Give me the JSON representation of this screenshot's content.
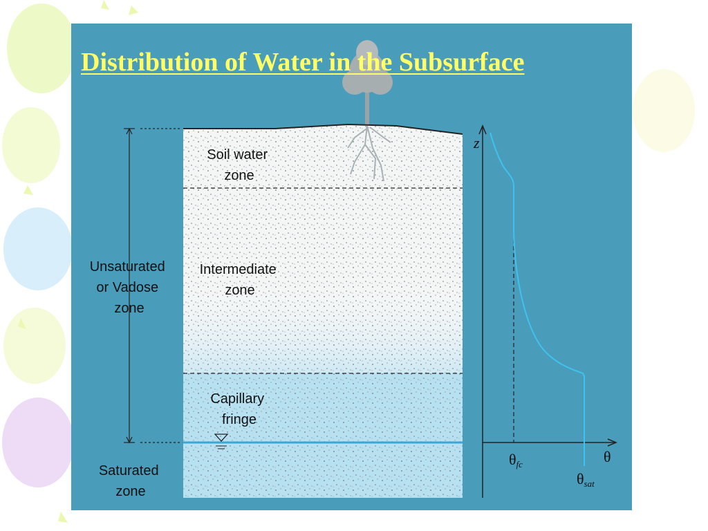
{
  "slide": {
    "title": "Distribution of Water in the Subsurface"
  },
  "diagram": {
    "zones": {
      "soil_water": [
        "Soil water",
        "zone"
      ],
      "intermediate": [
        "Intermediate",
        "zone"
      ],
      "capillary": [
        "Capillary",
        "fringe"
      ]
    },
    "left_labels": {
      "unsaturated": [
        "Unsaturated",
        "or Vadose",
        "zone"
      ],
      "saturated": [
        "Saturated",
        "zone"
      ]
    },
    "graph": {
      "y_axis_label": "z",
      "x_axis_label": "θ",
      "theta_fc": {
        "symbol": "θ",
        "subscript": "fc"
      },
      "theta_sat": {
        "symbol": "θ",
        "subscript": "sat"
      }
    }
  },
  "colors": {
    "panel": "#4a9cbb",
    "title": "#ffff66",
    "soil": "#f4f6f6",
    "saturated": "#b7e1f1",
    "water_table": "#3aa7d8",
    "profile_curve": "#3fc2ee"
  }
}
